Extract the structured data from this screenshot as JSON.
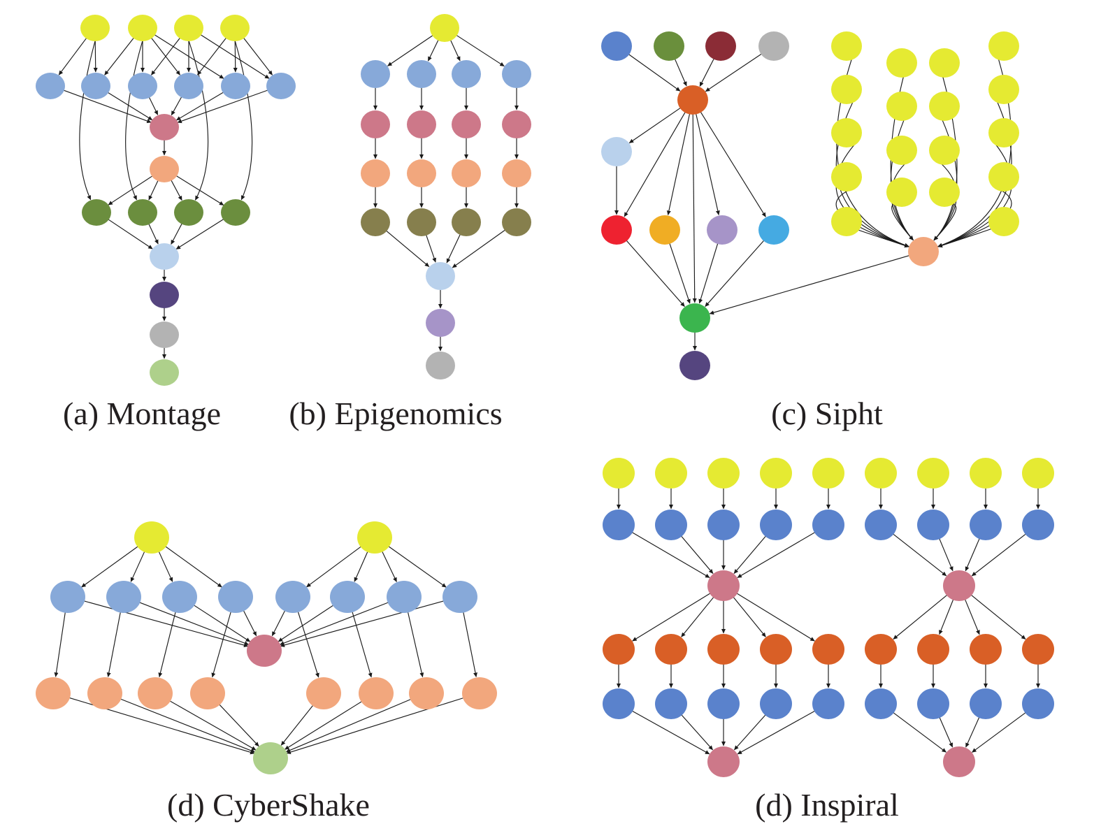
{
  "figure": {
    "captions": {
      "montage": "(a) Montage",
      "epigenomics": "(b) Epigenomics",
      "sipht": "(c) Sipht",
      "cybershake": "(d) CyberShake",
      "inspiral": "(d) Inspiral"
    },
    "palette": {
      "yellow": "#e5ea32",
      "light_blue": "#87a9d9",
      "rose": "#cd7889",
      "salmon": "#f2a77d",
      "olive_green": "#6b8e3e",
      "pale_blue": "#b9d1ec",
      "indigo": "#55457f",
      "gray": "#b3b3b3",
      "sage": "#aed08b",
      "olive": "#867f4d",
      "lavender": "#a694c8",
      "royal_blue": "#5a82cc",
      "moss": "#6a8f3c",
      "maroon": "#8b2c36",
      "orange": "#d95f26",
      "red": "#ee2230",
      "amber": "#f0ad24",
      "sky_blue": "#45aae2",
      "green": "#3bb54e"
    }
  }
}
